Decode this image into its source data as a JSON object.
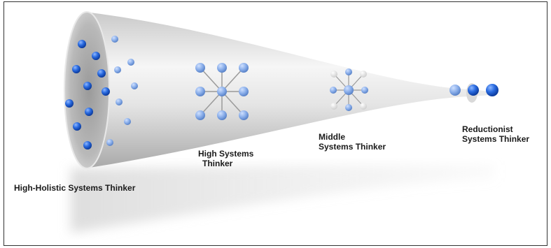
{
  "labels": {
    "holistic": "High-Holistic Systems Thinker",
    "high_line1": "High Systems",
    "high_line2": "Thinker",
    "middle_line1": "Middle",
    "middle_line2": "Systems Thinker",
    "reductionist_line1": "Reductionist",
    "reductionist_line2": "Systems Thinker"
  },
  "colors": {
    "node_blue": "#1f5fd6",
    "node_light": "#7fa8e6",
    "node_white": "#f2f2f2",
    "funnel_light": "#f4f4f4",
    "funnel_dark": "#b5b5b5",
    "border": "#333333"
  }
}
